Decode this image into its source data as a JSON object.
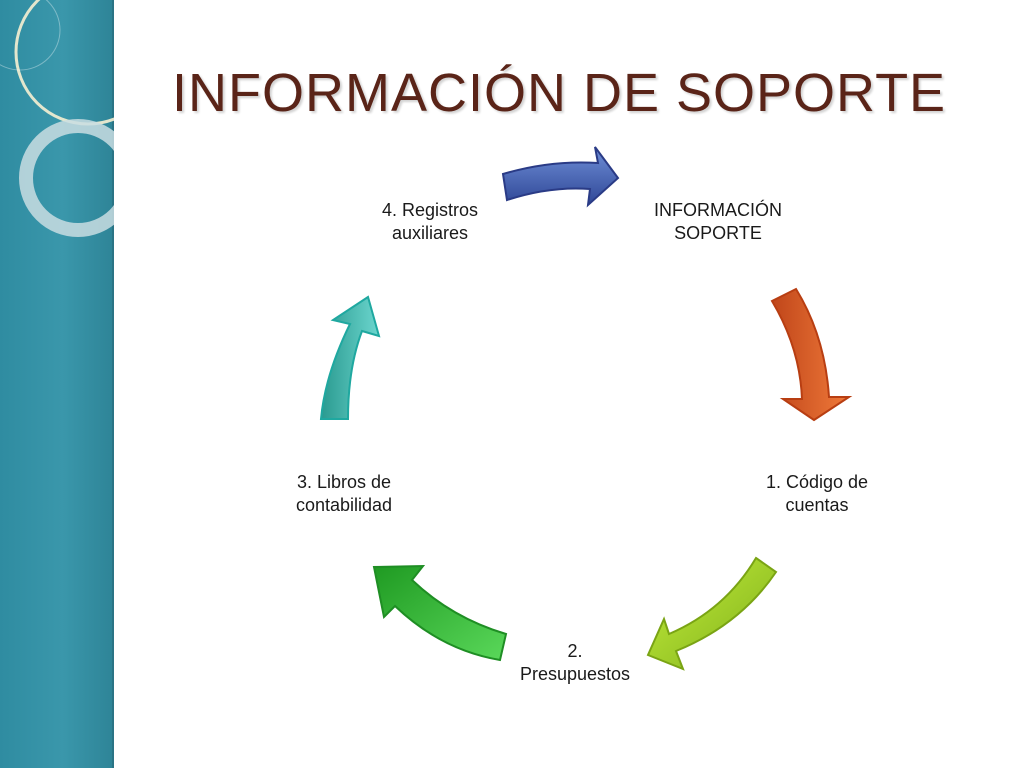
{
  "title": "INFORMACIÓN DE SOPORTE",
  "diagram": {
    "type": "cycle",
    "nodes": [
      {
        "id": "top",
        "label": "INFORMACIÓN\nSOPORTE"
      },
      {
        "id": "right",
        "label": "1. Código de\ncuentas"
      },
      {
        "id": "bottom",
        "label": "2.\nPresupuestos"
      },
      {
        "id": "left",
        "label": "3. Libros de\ncontabilidad"
      },
      {
        "id": "topleft",
        "label": "4. Registros\nauxiliares"
      }
    ],
    "arrows": [
      {
        "from": "topleft",
        "to": "top",
        "color": "#3b54a8"
      },
      {
        "from": "top",
        "to": "right",
        "color": "#d4551c"
      },
      {
        "from": "right",
        "to": "bottom",
        "color": "#9ccc22"
      },
      {
        "from": "bottom",
        "to": "left",
        "color": "#2fb52f"
      },
      {
        "from": "left",
        "to": "topleft",
        "color": "#3aafa3"
      }
    ]
  },
  "theme": {
    "sidebar_color": "#3a97ab",
    "title_color": "#5a2418"
  }
}
